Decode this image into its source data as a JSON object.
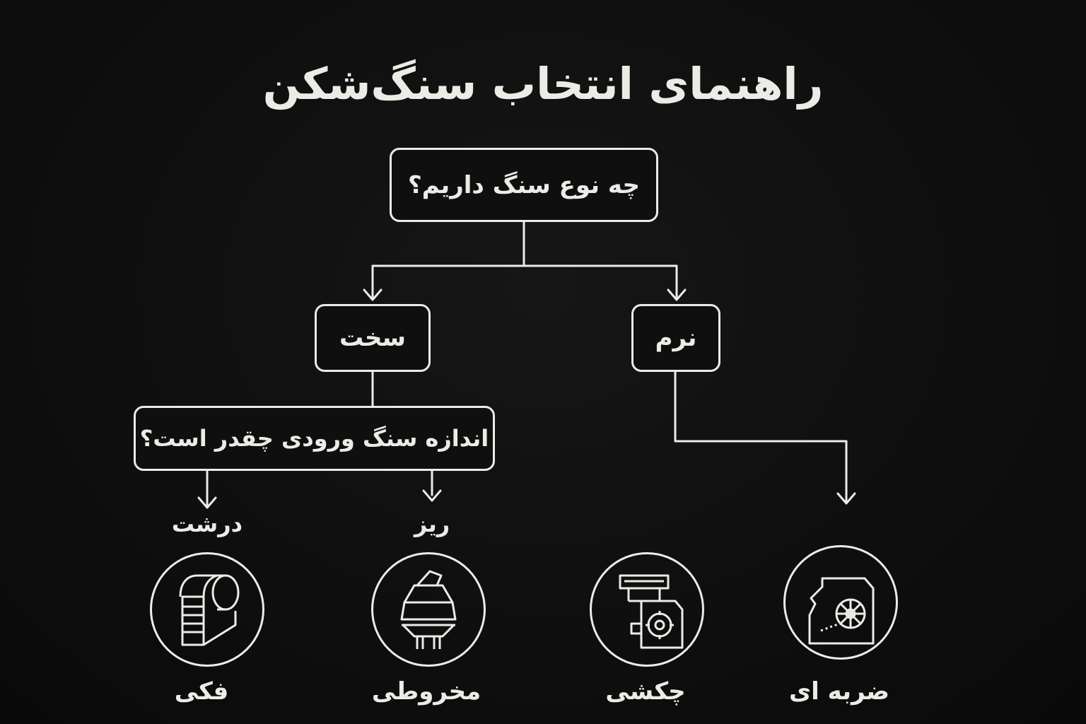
{
  "title": "راهنمای انتخاب سنگ‌شکن",
  "nodes": {
    "q_stone_type": "چه نوع سنگ داریم؟",
    "hard": "سخت",
    "soft": "نرم",
    "q_input_size": "اندازه سنگ ورودی چقدر است؟",
    "coarse": "درشت",
    "fine": "ریز"
  },
  "crushers": [
    {
      "name": "فکی",
      "icon": "jaw-crusher-icon"
    },
    {
      "name": "مخروطی",
      "icon": "cone-crusher-icon"
    },
    {
      "name": "چکشی",
      "icon": "hammer-crusher-icon"
    },
    {
      "name": "ضربه ای",
      "icon": "impact-crusher-icon"
    }
  ],
  "colors": {
    "background": "#0e0e0e",
    "foreground": "#ecebe6"
  }
}
